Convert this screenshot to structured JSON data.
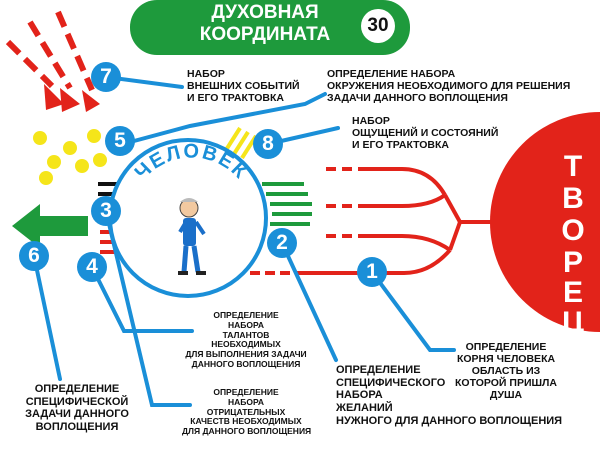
{
  "title": {
    "line1": "ДУХОВНАЯ",
    "line2": "КООРДИНАТА",
    "number": "30"
  },
  "center_word": "ЧЕЛОВЕК",
  "creator_letters": [
    "Т",
    "В",
    "О",
    "Р",
    "Е",
    "Ц"
  ],
  "nodes": [
    {
      "id": "1",
      "lines": [
        "ОПРЕДЕЛЕНИЕ",
        "КОРНЯ ЧЕЛОВЕКА",
        "ОБЛАСТЬ ИЗ",
        "КОТОРОЙ ПРИШЛА",
        "ДУША"
      ]
    },
    {
      "id": "2",
      "lines": [
        "ОПРЕДЕЛЕНИЕ",
        "СПЕЦИФИЧЕСКОГО",
        "НАБОРА",
        "ЖЕЛАНИЙ",
        "НУЖНОГО ДЛЯ ДАННОГО ВОПЛОЩЕНИЯ"
      ]
    },
    {
      "id": "3",
      "lines": [
        "ОПРЕДЕЛЕНИЕ",
        "НАБОРА",
        "ТАЛАНТОВ",
        "НЕОБХОДИМЫХ",
        "ДЛЯ ВЫПОЛНЕНИЯ ЗАДАЧИ",
        "ДАННОГО ВОПЛОЩЕНИЯ"
      ]
    },
    {
      "id": "4",
      "lines": [
        "ОПРЕДЕЛЕНИЕ",
        "НАБОРА",
        "ОТРИЦАТЕЛЬНЫХ",
        "КАЧЕСТВ НЕОБХОДИМЫХ",
        "ДЛЯ ДАННОГО ВОПЛОЩЕНИЯ"
      ]
    },
    {
      "id": "5",
      "lines": [
        "ОПРЕДЕЛЕНИЕ НАБОРА",
        "ОКРУЖЕНИЯ НЕОБХОДИМОГО ДЛЯ РЕШЕНИЯ",
        "ЗАДАЧИ ДАННОГО ВОПЛОЩЕНИЯ"
      ]
    },
    {
      "id": "6",
      "lines": [
        "ОПРЕДЕЛЕНИЕ",
        "СПЕЦИФИЧЕСКОЙ",
        "ЗАДАЧИ ДАННОГО",
        "ВОПЛОЩЕНИЯ"
      ]
    },
    {
      "id": "7",
      "lines": [
        "НАБОР",
        "ВНЕШНИХ СОБЫТИЙ",
        "И ЕГО ТРАКТОВКА"
      ]
    },
    {
      "id": "8",
      "lines": [
        "НАБОР",
        "ОЩУЩЕНИЙ И СОСТОЯНИЙ",
        "И ЕГО ТРАКТОВКА"
      ]
    }
  ],
  "colors": {
    "green": "#1e9a3c",
    "blue": "#1a8fd8",
    "red": "#e2231a",
    "yellow": "#f5e51a",
    "black": "#111111",
    "white": "#ffffff"
  }
}
